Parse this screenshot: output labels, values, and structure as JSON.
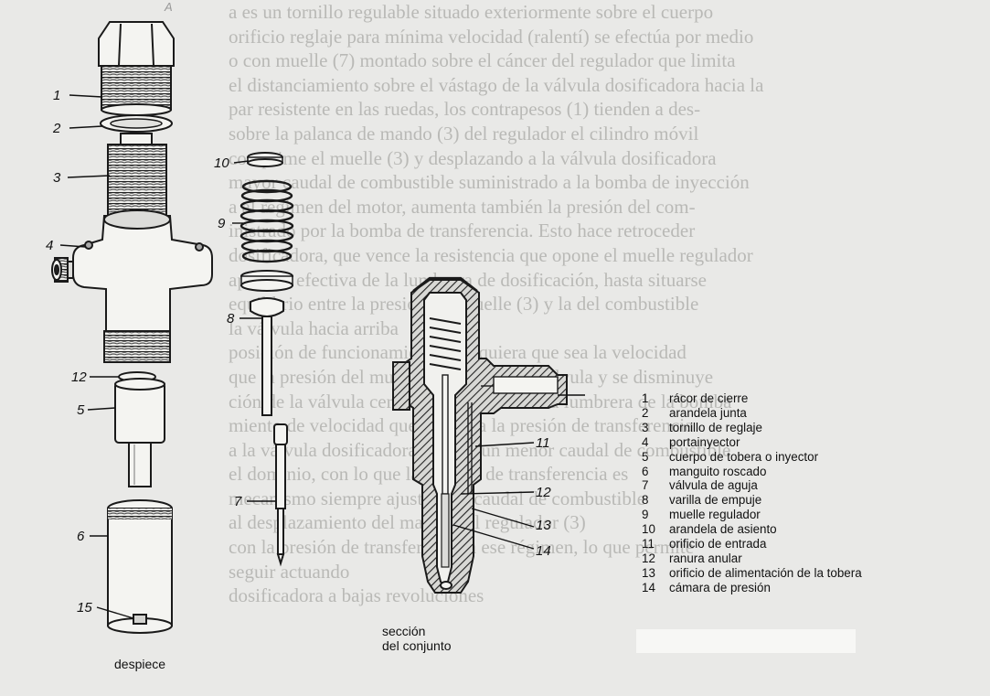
{
  "background_text": {
    "lines": [
      "a es un tornillo regulable situado exteriormente sobre el cuerpo",
      "orificio reglaje para mínima velocidad (ralentí) se efectúa por medio",
      "o con muelle (7) montado sobre el cáncer del regulador que limita",
      "el distanciamiento sobre el vástago de la válvula dosificadora hacia la",
      "par resistente en las ruedas, los contrapesos (1) tienden a des-",
      "sobre la palanca de mando (3) del regulador el cilindro móvil",
      "comprime el muelle (3) y desplazando a la válvula dosificadora",
      "mayor caudal de combustible suministrado a la bomba de inyección",
      "a al régimen del motor, aumenta también la presión del com-",
      "inistrado por la bomba de transferencia. Esto hace retroceder",
      "dosificadora, que vence la resistencia que opone el muelle regulador",
      "apertura efectiva de la lumbrera de dosificación, hasta situarse",
      "equilibrio entre la presión del muelle (3) y la del combustible",
      "la válvula hacia arriba",
      "posición de funcionamiento cualquiera que sea la velocidad",
      "que la presión del muelle actúa sobre la válvula y se disminuye",
      "ción de la válvula cerrando parcialmente la lumbrera de la bomba",
      "miento de velocidad que aumenta la presión de transferencia",
      "a la válvula dosificadora y hacia un menor caudal de combustible",
      "el dominio, con lo que la presión de transferencia es",
      "mecanismo siempre ajustado el caudal de combustible",
      "al desplazamiento del mando del regulador (3)",
      "con la presión de transferencia a ese régimen, lo que permite",
      "seguir actuando",
      "dosificadora a bajas revoluciones"
    ]
  },
  "corner_mark": "A",
  "diagram": {
    "callouts": {
      "c1": "1",
      "c2": "2",
      "c3": "3",
      "c4": "4",
      "c5": "5",
      "c6": "6",
      "c7": "7",
      "c8": "8",
      "c9": "9",
      "c10": "10",
      "c11": "11",
      "c12": "12",
      "c13": "13",
      "c14": "14",
      "c15": "15",
      "c12b": "12"
    },
    "captions": {
      "exploded": "despiece",
      "section_line1": "sección",
      "section_line2": "del conjunto"
    }
  },
  "legend": [
    {
      "num": "1",
      "label": "rácor de cierre"
    },
    {
      "num": "2",
      "label": "arandela junta"
    },
    {
      "num": "3",
      "label": "tornillo de reglaje"
    },
    {
      "num": "4",
      "label": "portainyector"
    },
    {
      "num": "5",
      "label": "cuerpo de tobera o inyector"
    },
    {
      "num": "6",
      "label": "manguito roscado"
    },
    {
      "num": "7",
      "label": "válvula de aguja"
    },
    {
      "num": "8",
      "label": "varilla de empuje"
    },
    {
      "num": "9",
      "label": "muelle regulador"
    },
    {
      "num": "10",
      "label": "arandela de asiento"
    },
    {
      "num": "11",
      "label": "orificio de entrada"
    },
    {
      "num": "12",
      "label": "ranura anular"
    },
    {
      "num": "13",
      "label": "orificio de alimentación de la tobera"
    },
    {
      "num": "14",
      "label": "cámara de presión"
    }
  ]
}
